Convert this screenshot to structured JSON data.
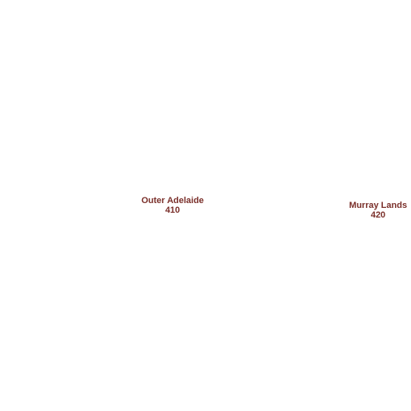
{
  "map": {
    "label_color": "#7a2f2a",
    "regions": [
      {
        "name": "Outer Adelaide",
        "code": "410"
      },
      {
        "name": "Murray Lands",
        "code": "420"
      }
    ]
  }
}
